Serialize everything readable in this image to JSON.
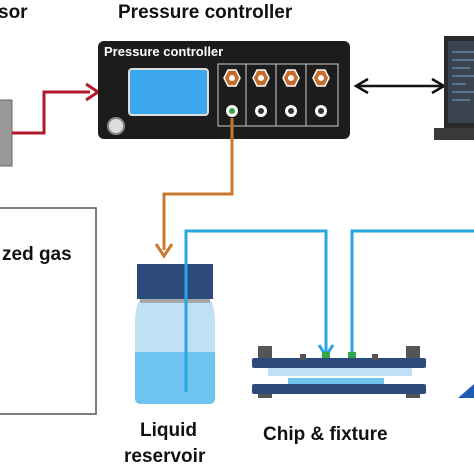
{
  "labels": {
    "compressor_partial": "sor",
    "pressure_controller_title": "Pressure controller",
    "panel_label": "Pressure controller",
    "pressurized_gas_partial": "zed gas",
    "liquid": "Liquid",
    "reservoir": "reservoir",
    "chip_fixture": "Chip & fixture"
  },
  "colors": {
    "gas_line": "#b0192a",
    "pressure_line": "#c87a2c",
    "fluid_line": "#29a6df",
    "controller_body": "#1c1c1c",
    "screen": "#3ea8ee",
    "knob": "#c76b2a",
    "cap": "#2c4a7c",
    "bottle": "#bfe0f5",
    "liquid": "#6ec4ee",
    "outline": "#000000"
  },
  "icons": [
    "knob-icon",
    "outlet-icon",
    "power-button-icon",
    "computer-icon",
    "bottle-icon",
    "chip-fixture-icon"
  ]
}
